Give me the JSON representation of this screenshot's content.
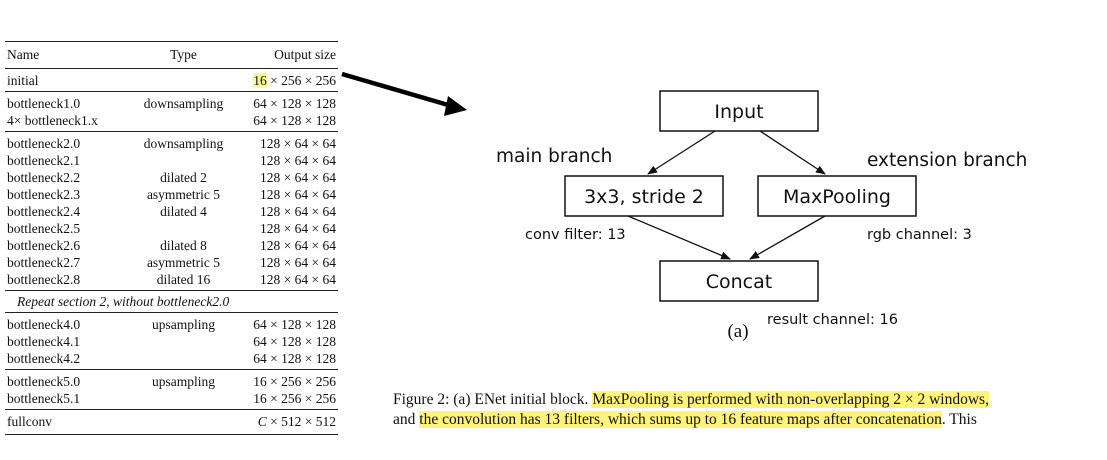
{
  "table": {
    "headers": {
      "name": "Name",
      "type": "Type",
      "output": "Output size"
    },
    "initial": {
      "name": "initial",
      "out_hl": "16",
      "out_rest": " × 256 × 256"
    },
    "section1": [
      {
        "name": "bottleneck1.0",
        "type": "downsampling",
        "out": "64 × 128 × 128"
      },
      {
        "name": "4× bottleneck1.x",
        "type": "",
        "out": "64 × 128 × 128"
      }
    ],
    "section2": [
      {
        "name": "bottleneck2.0",
        "type": "downsampling",
        "out": "128 × 64 × 64"
      },
      {
        "name": "bottleneck2.1",
        "type": "",
        "out": "128 × 64 × 64"
      },
      {
        "name": "bottleneck2.2",
        "type": "dilated 2",
        "out": "128 × 64 × 64"
      },
      {
        "name": "bottleneck2.3",
        "type": "asymmetric 5",
        "out": "128 × 64 × 64"
      },
      {
        "name": "bottleneck2.4",
        "type": "dilated 4",
        "out": "128 × 64 × 64"
      },
      {
        "name": "bottleneck2.5",
        "type": "",
        "out": "128 × 64 × 64"
      },
      {
        "name": "bottleneck2.6",
        "type": "dilated 8",
        "out": "128 × 64 × 64"
      },
      {
        "name": "bottleneck2.7",
        "type": "asymmetric 5",
        "out": "128 × 64 × 64"
      },
      {
        "name": "bottleneck2.8",
        "type": "dilated 16",
        "out": "128 × 64 × 64"
      }
    ],
    "repeat_note": "Repeat section 2, without bottleneck2.0",
    "section4": [
      {
        "name": "bottleneck4.0",
        "type": "upsampling",
        "out": "64 × 128 × 128"
      },
      {
        "name": "bottleneck4.1",
        "type": "",
        "out": "64 × 128 × 128"
      },
      {
        "name": "bottleneck4.2",
        "type": "",
        "out": "64 × 128 × 128"
      }
    ],
    "section5": [
      {
        "name": "bottleneck5.0",
        "type": "upsampling",
        "out": "16 × 256 × 256"
      },
      {
        "name": "bottleneck5.1",
        "type": "",
        "out": "16 × 256 × 256"
      }
    ],
    "fullconv": {
      "name": "fullconv",
      "out_var": "C",
      "out_rest": " × 512 × 512"
    }
  },
  "diagram": {
    "input": "Input",
    "conv": "3x3, stride 2",
    "maxpool": "MaxPooling",
    "concat": "Concat",
    "main_branch": "main  branch",
    "extension_branch": "extension  branch",
    "conv_filter": "conv filter: 13",
    "rgb_channel": "rgb channel: 3",
    "result_channel": "result channel: 16",
    "sub_label": "(a)",
    "arrow_color": "#000000"
  },
  "caption": {
    "prefix": "Figure 2: (a) ENet initial block. ",
    "hl1": "MaxPooling is performed with non-overlapping 2 × 2 windows,",
    "line2_start": "and ",
    "hl2": "the convolution has 13 filters, which sums up to 16 feature maps after concatenation",
    "line2_end": ".  This",
    "highlight_color": "#fff37a"
  }
}
